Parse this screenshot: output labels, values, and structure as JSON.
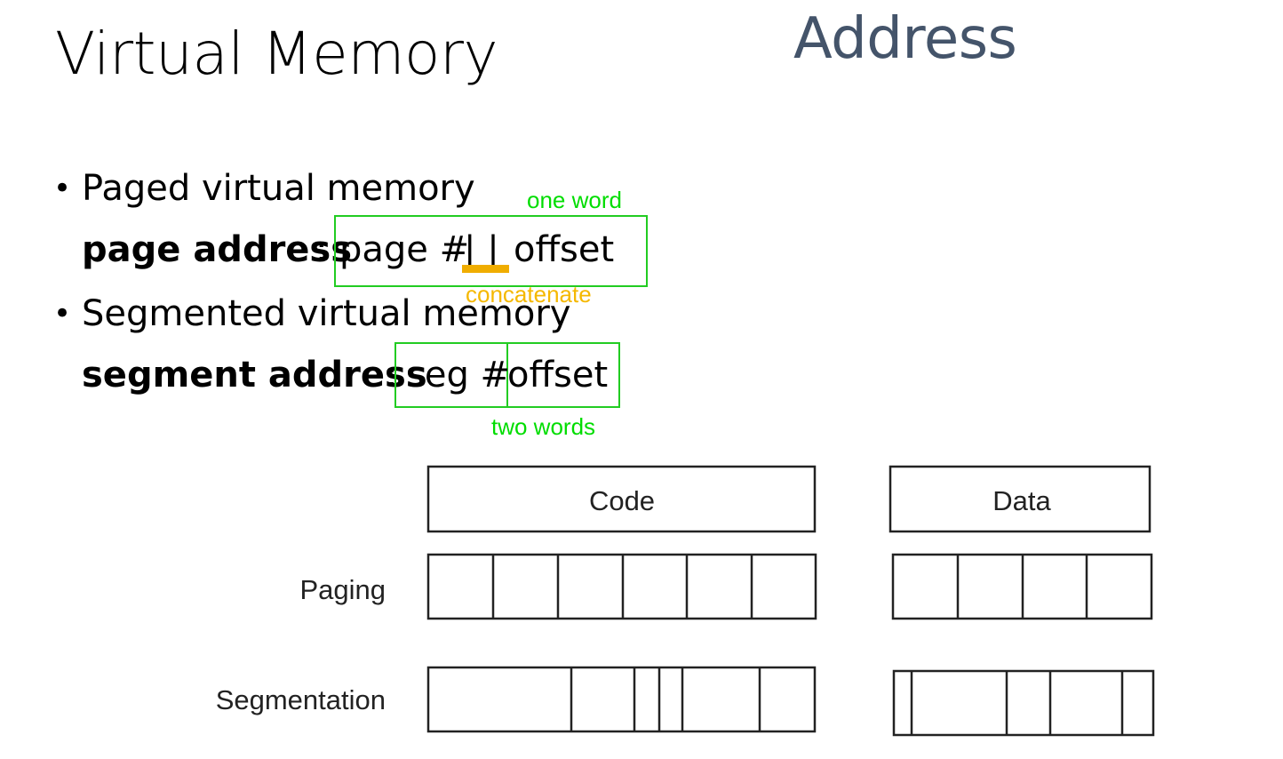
{
  "header": {
    "title": "Virtual Memory",
    "section": "Address"
  },
  "bullets": [
    {
      "text": "Paged virtual memory",
      "sub_label": "page address",
      "sub_colon": ":",
      "fields": [
        "page #",
        "| |",
        "offset"
      ]
    },
    {
      "text": "Segmented virtual memory",
      "sub_label": "segment address",
      "sub_colon": ":",
      "fields": [
        "seg #",
        "offset"
      ]
    }
  ],
  "annotations": {
    "one_word": "one word",
    "concatenate": "concatenate",
    "two_words": "two words"
  },
  "diagram": {
    "segments": [
      "Code",
      "Data"
    ],
    "rows": [
      "Paging",
      "Segmentation"
    ]
  },
  "colors": {
    "annotation_green": "#00dd00",
    "annotation_orange": "#f5b800",
    "section_title": "#44546a"
  }
}
